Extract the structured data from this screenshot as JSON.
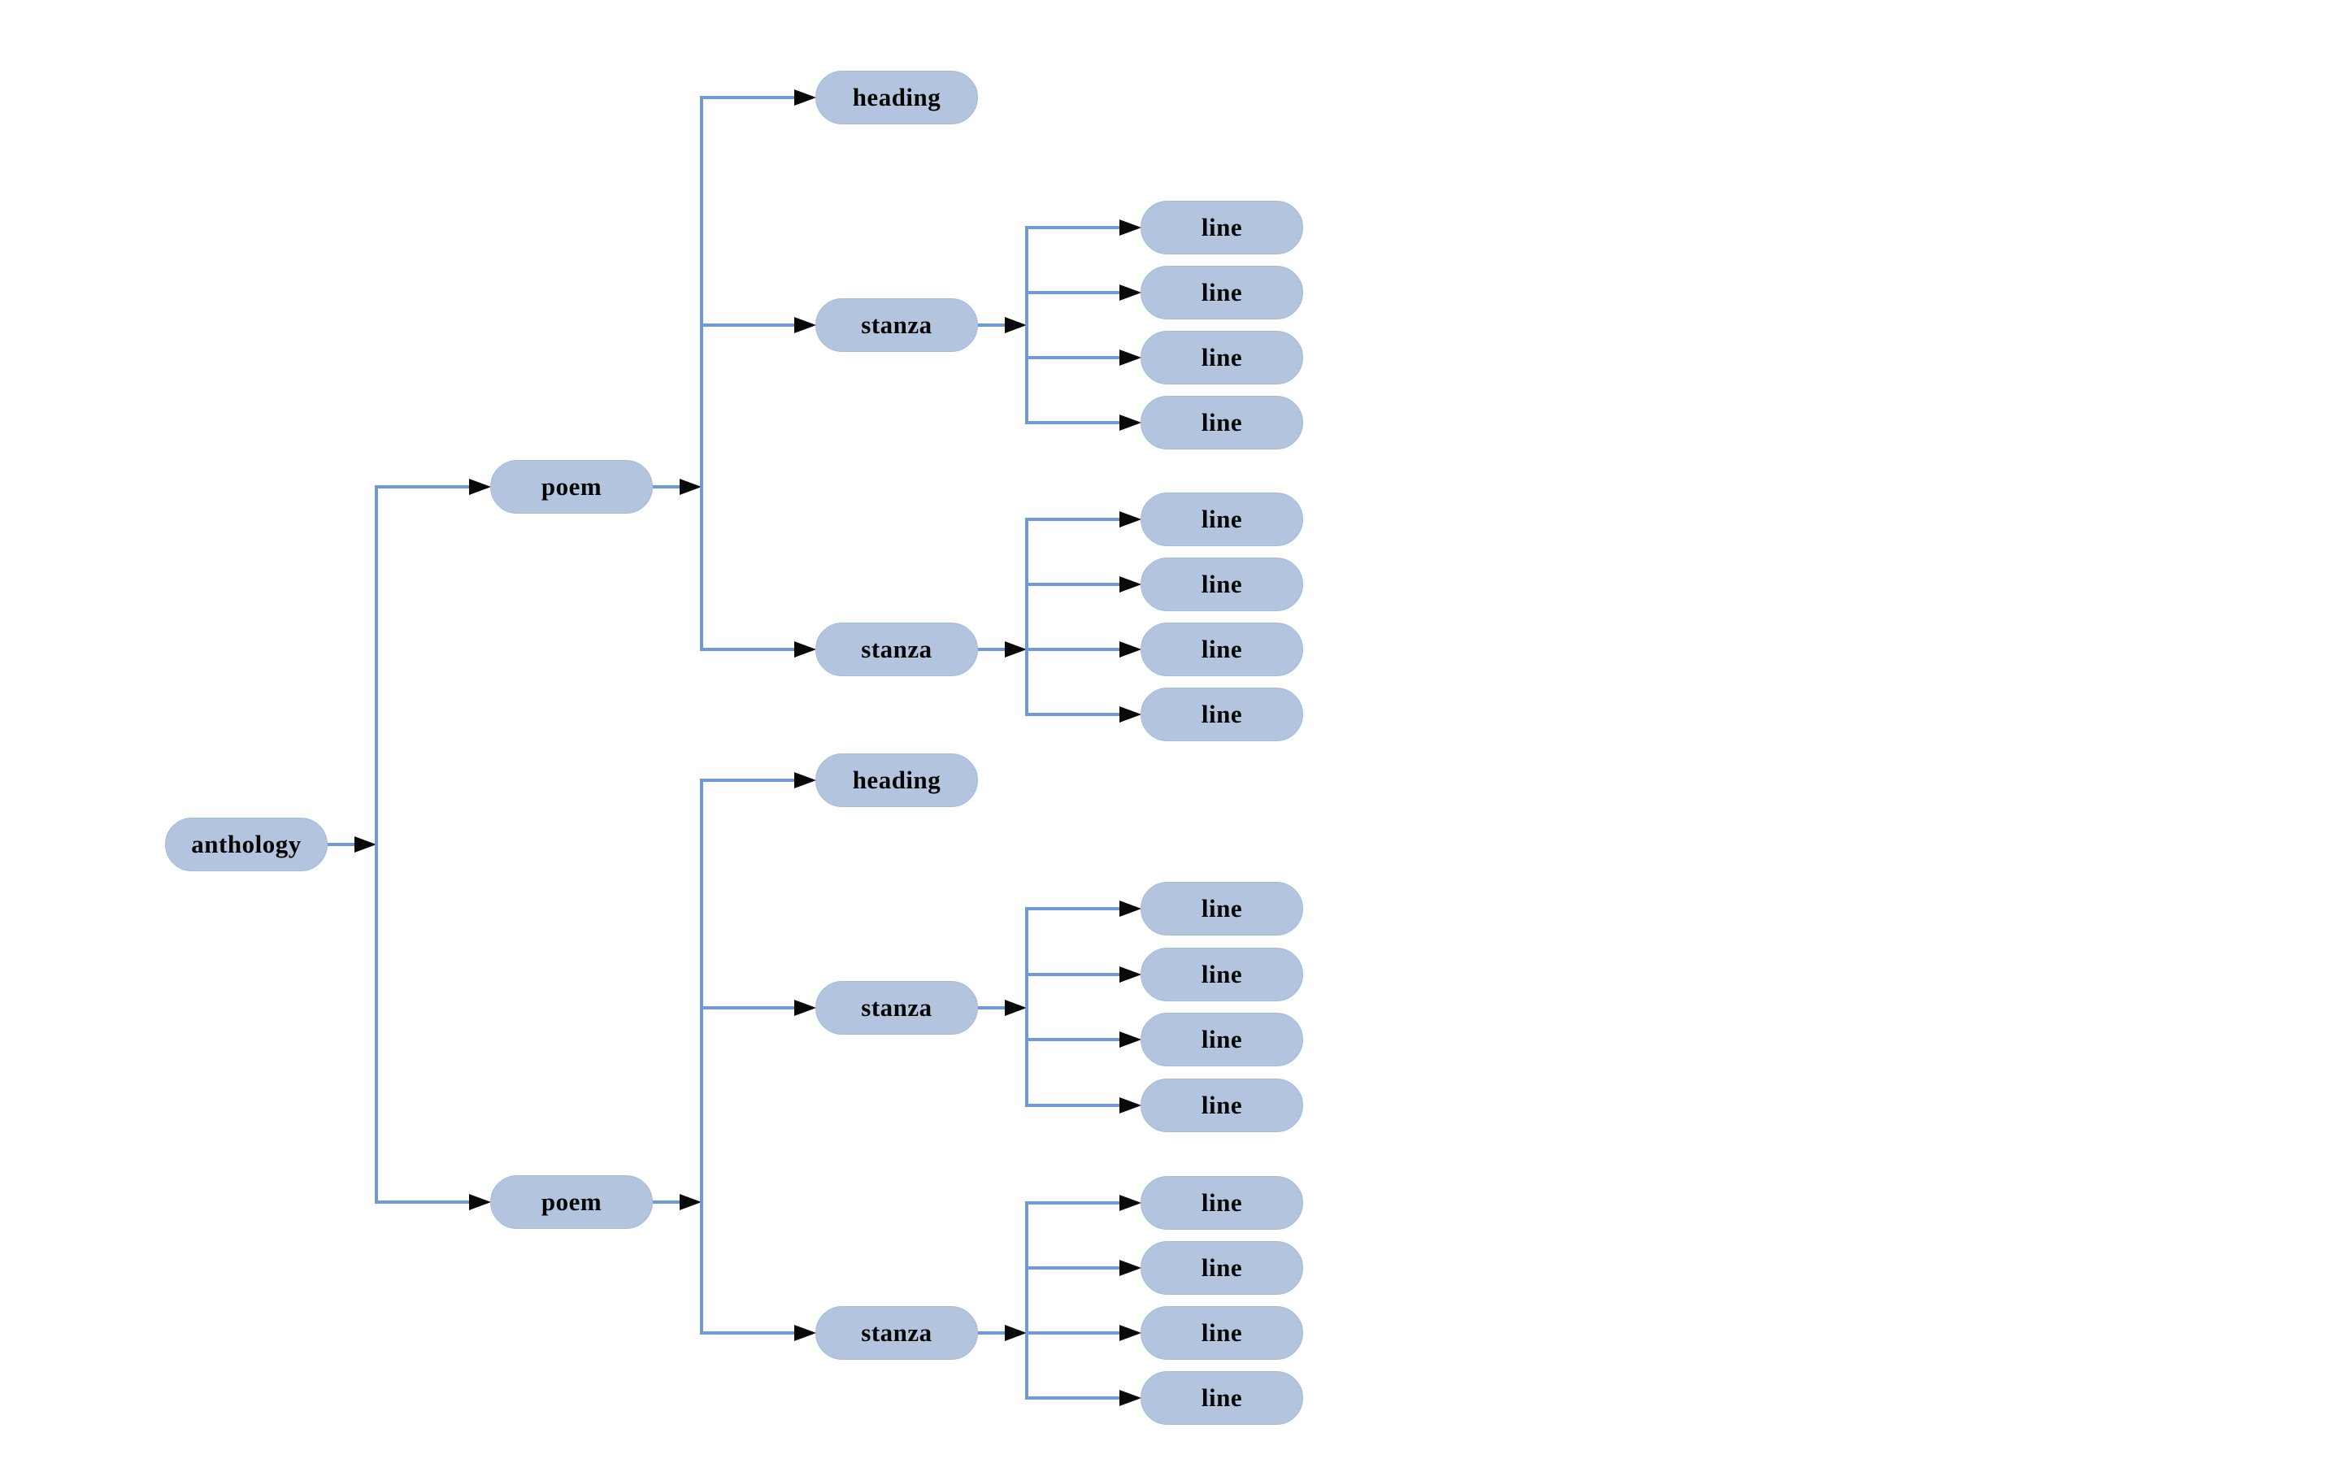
{
  "diagram": {
    "type": "tree",
    "orientation": "left-to-right",
    "background_color": "#ffffff",
    "node_fill_color": "#b3c5de",
    "node_border_color": "#a6bbd6",
    "node_text_color": "#060606",
    "edge_color": "#6f9ad8",
    "arrowhead_color": "#0a0a0a",
    "nodes": [
      {
        "id": "anthology",
        "label": "anthology",
        "parent": null
      },
      {
        "id": "poem-1",
        "label": "poem",
        "parent": "anthology"
      },
      {
        "id": "heading-1",
        "label": "heading",
        "parent": "poem-1"
      },
      {
        "id": "stanza-1",
        "label": "stanza",
        "parent": "poem-1"
      },
      {
        "id": "line-1",
        "label": "line",
        "parent": "stanza-1"
      },
      {
        "id": "line-2",
        "label": "line",
        "parent": "stanza-1"
      },
      {
        "id": "line-3",
        "label": "line",
        "parent": "stanza-1"
      },
      {
        "id": "line-4",
        "label": "line",
        "parent": "stanza-1"
      },
      {
        "id": "stanza-2",
        "label": "stanza",
        "parent": "poem-1"
      },
      {
        "id": "line-5",
        "label": "line",
        "parent": "stanza-2"
      },
      {
        "id": "line-6",
        "label": "line",
        "parent": "stanza-2"
      },
      {
        "id": "line-7",
        "label": "line",
        "parent": "stanza-2"
      },
      {
        "id": "line-8",
        "label": "line",
        "parent": "stanza-2"
      },
      {
        "id": "poem-2",
        "label": "poem",
        "parent": "anthology"
      },
      {
        "id": "heading-2",
        "label": "heading",
        "parent": "poem-2"
      },
      {
        "id": "stanza-3",
        "label": "stanza",
        "parent": "poem-2"
      },
      {
        "id": "line-9",
        "label": "line",
        "parent": "stanza-3"
      },
      {
        "id": "line-10",
        "label": "line",
        "parent": "stanza-3"
      },
      {
        "id": "line-11",
        "label": "line",
        "parent": "stanza-3"
      },
      {
        "id": "line-12",
        "label": "line",
        "parent": "stanza-3"
      },
      {
        "id": "stanza-4",
        "label": "stanza",
        "parent": "poem-2"
      },
      {
        "id": "line-13",
        "label": "line",
        "parent": "stanza-4"
      },
      {
        "id": "line-14",
        "label": "line",
        "parent": "stanza-4"
      },
      {
        "id": "line-15",
        "label": "line",
        "parent": "stanza-4"
      },
      {
        "id": "line-16",
        "label": "line",
        "parent": "stanza-4"
      }
    ]
  }
}
